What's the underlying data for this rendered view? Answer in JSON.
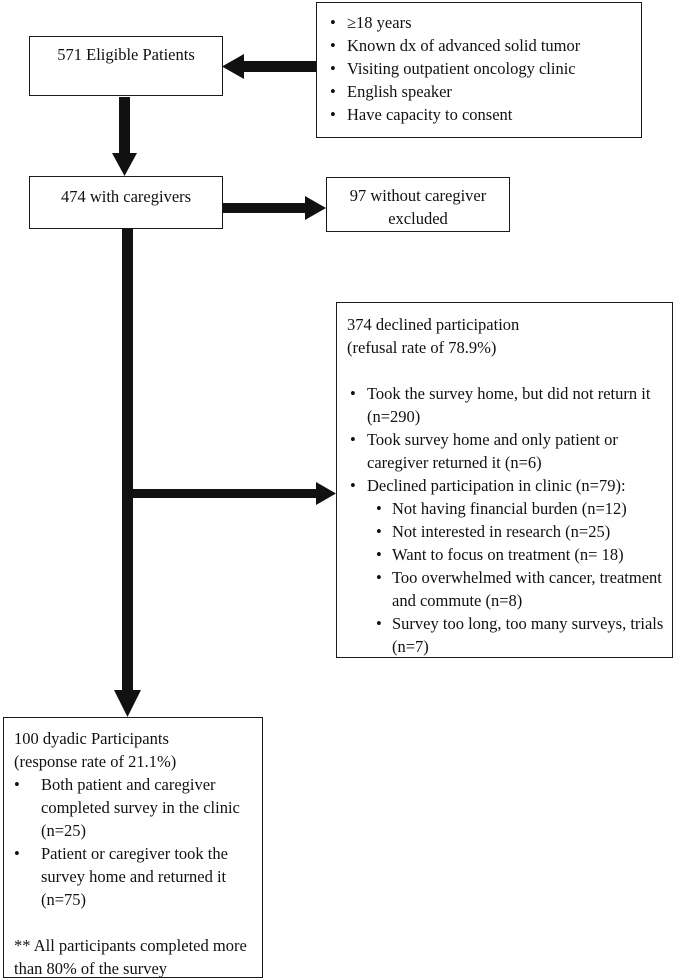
{
  "criteria": {
    "items": [
      "≥18 years",
      "Known dx of advanced solid tumor",
      "Visiting outpatient oncology clinic",
      "English speaker",
      "Have capacity to consent"
    ]
  },
  "eligible": {
    "label": "571 Eligible Patients"
  },
  "with_caregivers": {
    "label": "474 with caregivers"
  },
  "without_caregiver": {
    "line1": "97 without caregiver",
    "line2": "excluded"
  },
  "declined": {
    "line1": "374 declined participation",
    "line2": "(refusal rate of 78.9%)",
    "items": [
      "Took the survey home, but did not return it (n=290)",
      "Took survey home and only patient or caregiver returned it (n=6)",
      "Declined participation in clinic (n=79):"
    ],
    "sub_items": [
      "Not having financial burden (n=12)",
      "Not interested in research (n=25)",
      "Want to focus on treatment (n= 18)",
      "Too overwhelmed with cancer, treatment and commute (n=8)",
      "Survey too long, too many surveys, trials (n=7)"
    ]
  },
  "participants": {
    "line1": "100 dyadic Participants",
    "line2": "(response rate of 21.1%)",
    "items": [
      "Both patient and caregiver completed survey in the clinic (n=25)",
      "Patient or caregiver took the survey home and returned it (n=75)"
    ],
    "note": "** All participants completed more than 80% of the survey"
  }
}
